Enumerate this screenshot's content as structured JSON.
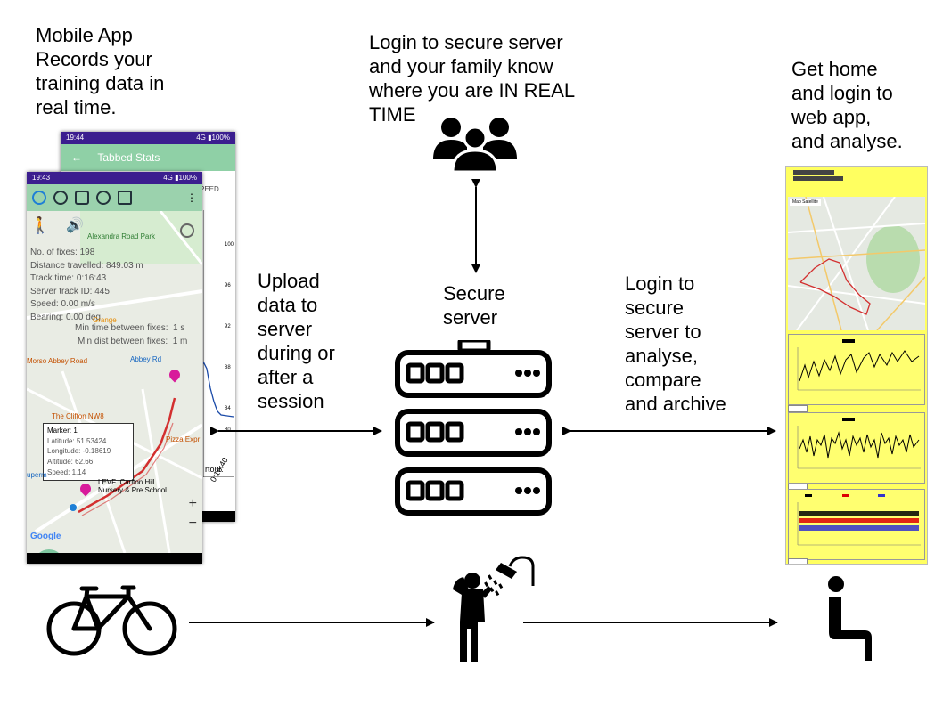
{
  "captions": {
    "mobile_app": "Mobile App\nRecords your\ntraining data in\nreal time.",
    "login_family": "Login to secure server\nand your family know\nwhere you are IN REAL\nTIME",
    "get_home": "Get home\nand login to\nweb app,\nand analyse.",
    "upload": "Upload\ndata to\nserver\nduring or\nafter a\nsession",
    "secure_server": "Secure\nserver",
    "login_analyse": "Login to\nsecure\nserver to\nanalyse,\ncompare\nand archive"
  },
  "back_phone": {
    "status_time": "19:44",
    "status_right": "4G ▮100%",
    "title": "Tabbed Stats",
    "speed_label": "PEED",
    "axis_ticks": [
      "100",
      "96",
      "92",
      "88",
      "84",
      "80"
    ],
    "footer_text": "rtour.",
    "time_label": "0:16:40"
  },
  "front_phone": {
    "status_time": "19:43",
    "status_right": "4G ▮100%",
    "stats": [
      "No. of fixes: 198",
      "Distance travelled: 849.03 m",
      "Track time: 0:16:43",
      "Server track ID: 445",
      "Speed: 0.00 m/s",
      "Bearing: 0.00 deg"
    ],
    "min_time": "Min time between fixes:  1 s",
    "min_dist": "Min dist between fixes:  1 m",
    "map_labels": {
      "park": "Alexandra Road Park",
      "abbey_road": "Morso Abbey Road",
      "abbey_rd": "Abbey Rd",
      "clifton": "The Clifton NW8",
      "pizza": "Pizza Expr",
      "nursery": "LEVF  Carlton Hill\nNursery & Pre School",
      "supern": "uperm",
      "grange": "Grange",
      "google": "Google"
    },
    "marker": [
      "Marker: 1",
      "Latitude: 51.53424",
      "Longitude: -0.18619",
      "Altitude: 62.66",
      "Speed: 1.14"
    ]
  },
  "web_app": {
    "map_tabs": "Map   Satellite"
  },
  "icons": {
    "family": "family-icon",
    "server": "server-icon",
    "bicycle": "bicycle-icon",
    "shower": "shower-icon",
    "seated": "seated-person-icon"
  },
  "colors": {
    "route": "#d32f2f",
    "pin": "#d81b9b",
    "web_bg": "#ffff60",
    "app_green": "#9bd2ad"
  }
}
